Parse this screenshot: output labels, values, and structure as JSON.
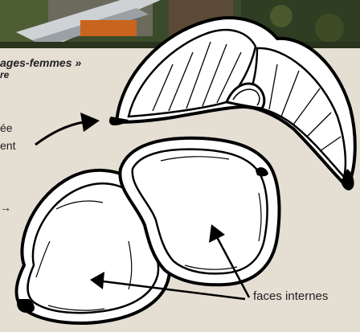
{
  "labels": {
    "top_line1": "ages-femmes »",
    "top_line2": "re",
    "mid_line1": "ée",
    "mid_line2": "ent",
    "arrow_glyph": "→",
    "faces": "faces internes"
  },
  "colors": {
    "background": "#e4ded3",
    "ink": "#000000",
    "shape_fill": "#ffffff"
  }
}
